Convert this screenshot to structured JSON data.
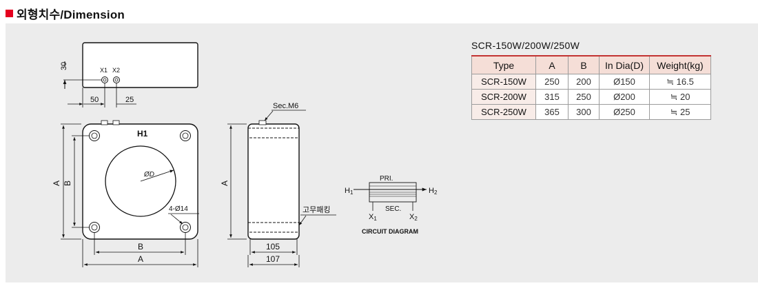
{
  "header": {
    "title": "외형치수/Dimension",
    "accent_color": "#e5001f"
  },
  "drawing": {
    "top_view": {
      "dim_height": "30",
      "terminal_x1": "X1",
      "terminal_x2": "X2",
      "dim_offset_x1": "50",
      "dim_pitch": "25"
    },
    "front_view": {
      "label_h1": "H1",
      "label_bore": "ØD",
      "label_holes": "4-Ø14",
      "dim_a_vertical": "A",
      "dim_b_vertical": "B",
      "dim_b_horizontal": "B",
      "dim_a_horizontal": "A"
    },
    "side_view": {
      "label_sec": "Sec.M6",
      "label_rubber": "고무패킹",
      "dim_a": "A",
      "dim_105": "105",
      "dim_107": "107"
    },
    "circuit": {
      "pri": "PRI.",
      "sec": "SEC.",
      "h1": "H",
      "h1_sub": "1",
      "h2": "H",
      "h2_sub": "2",
      "x1": "X",
      "x1_sub": "1",
      "x2": "X",
      "x2_sub": "2",
      "caption": "CIRCUIT DIAGRAM"
    }
  },
  "spec": {
    "model": "SCR-150W/200W/250W",
    "columns": [
      "Type",
      "A",
      "B",
      "In Dia(D)",
      "Weight(kg)"
    ],
    "rows": [
      [
        "SCR-150W",
        "250",
        "200",
        "Ø150",
        "≒ 16.5"
      ],
      [
        "SCR-200W",
        "315",
        "250",
        "Ø200",
        "≒ 20"
      ],
      [
        "SCR-250W",
        "365",
        "300",
        "Ø250",
        "≒ 25"
      ]
    ],
    "header_border_color": "#c23232",
    "header_bg_color": "#f5ded7"
  }
}
